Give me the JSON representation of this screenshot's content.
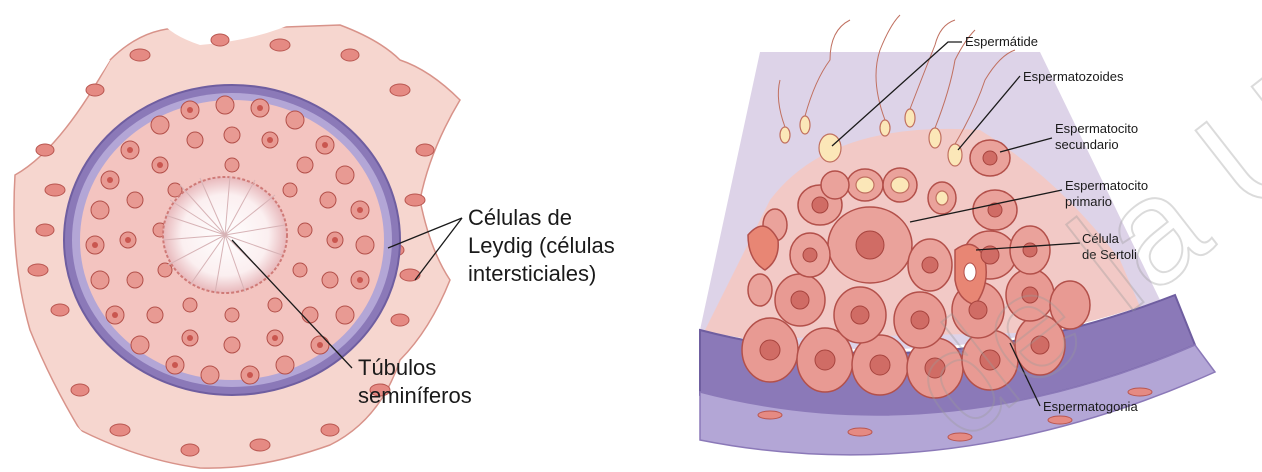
{
  "left_figure": {
    "labels": {
      "leydig_line1": "Células de",
      "leydig_line2": "Leydig (células",
      "leydig_line3": "intersticiales)",
      "tubulos_line1": "Túbulos",
      "tubulos_line2": "seminíferos"
    }
  },
  "right_figure": {
    "labels": {
      "espermatide": "Espermátide",
      "espermatozoides": "Espermatozoides",
      "esp_sec_line1": "Espermatocito",
      "esp_sec_line2": "secundario",
      "esp_pri_line1": "Espermatocito",
      "esp_pri_line2": "primario",
      "sertoli_line1": "Célula",
      "sertoli_line2": "de Sertoli",
      "espermatogonia": "Espermatogonia"
    }
  },
  "watermark": {
    "text": "de la UAQ"
  },
  "colors": {
    "interstitium": "#f6d6cf",
    "tubule_wall": "#8b79b8",
    "cell_fill": "#e89a93",
    "nucleus": "#c9564f",
    "lumen": "#ffffff",
    "wedge_bg": "#ddd3e8"
  }
}
